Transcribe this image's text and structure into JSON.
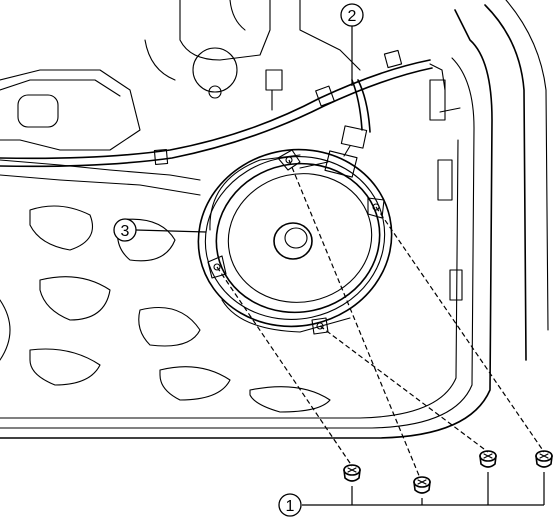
{
  "callouts": [
    {
      "id": "screws",
      "number": "1"
    },
    {
      "id": "connector",
      "number": "2"
    },
    {
      "id": "speaker",
      "number": "3"
    }
  ]
}
